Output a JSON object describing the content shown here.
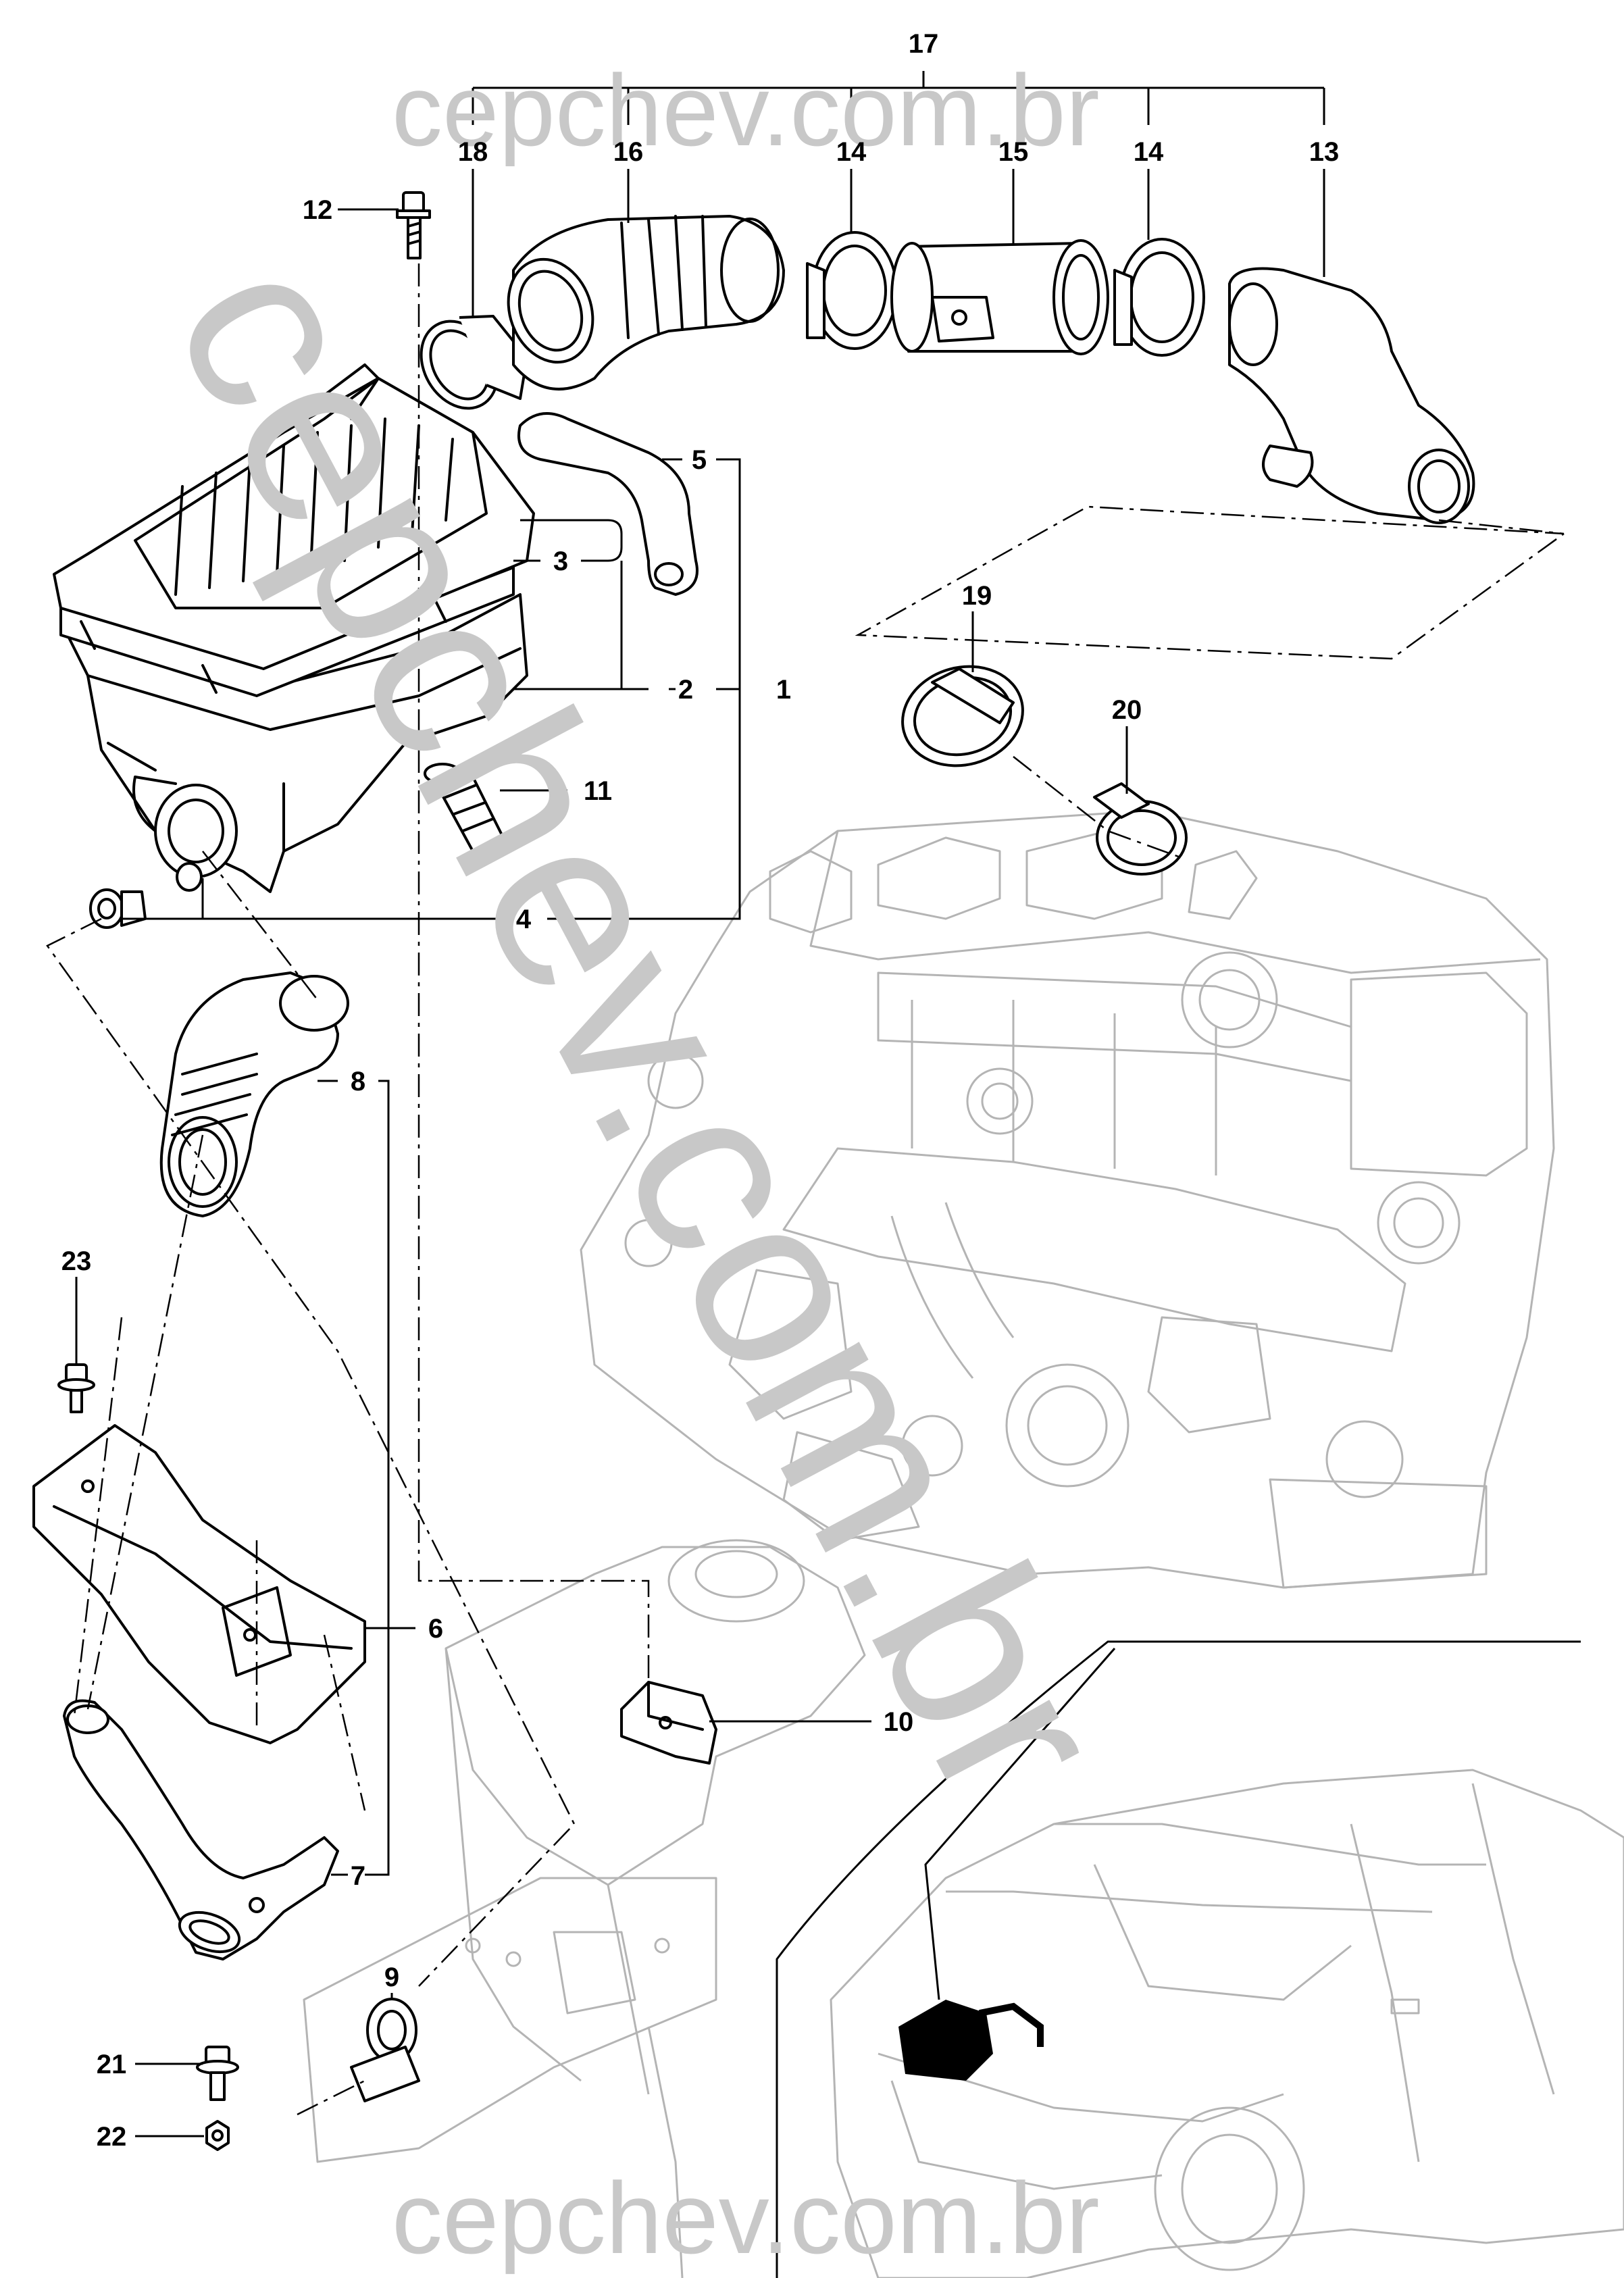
{
  "watermark": {
    "text": "cepchev.com.br",
    "color": "#c8c8c8"
  },
  "callouts": [
    {
      "id": "c17",
      "label": "17"
    },
    {
      "id": "c18",
      "label": "18"
    },
    {
      "id": "c16",
      "label": "16"
    },
    {
      "id": "c14a",
      "label": "14"
    },
    {
      "id": "c15",
      "label": "15"
    },
    {
      "id": "c14b",
      "label": "14"
    },
    {
      "id": "c13",
      "label": "13"
    },
    {
      "id": "c12",
      "label": "12"
    },
    {
      "id": "c5",
      "label": "5"
    },
    {
      "id": "c3",
      "label": "3"
    },
    {
      "id": "c2",
      "label": "2"
    },
    {
      "id": "c1",
      "label": "1"
    },
    {
      "id": "c11",
      "label": "11"
    },
    {
      "id": "c4",
      "label": "4"
    },
    {
      "id": "c19",
      "label": "19"
    },
    {
      "id": "c20",
      "label": "20"
    },
    {
      "id": "c8",
      "label": "8"
    },
    {
      "id": "c23",
      "label": "23"
    },
    {
      "id": "c6",
      "label": "6"
    },
    {
      "id": "c10",
      "label": "10"
    },
    {
      "id": "c7",
      "label": "7"
    },
    {
      "id": "c9",
      "label": "9"
    },
    {
      "id": "c21",
      "label": "21"
    },
    {
      "id": "c22",
      "label": "22"
    }
  ]
}
